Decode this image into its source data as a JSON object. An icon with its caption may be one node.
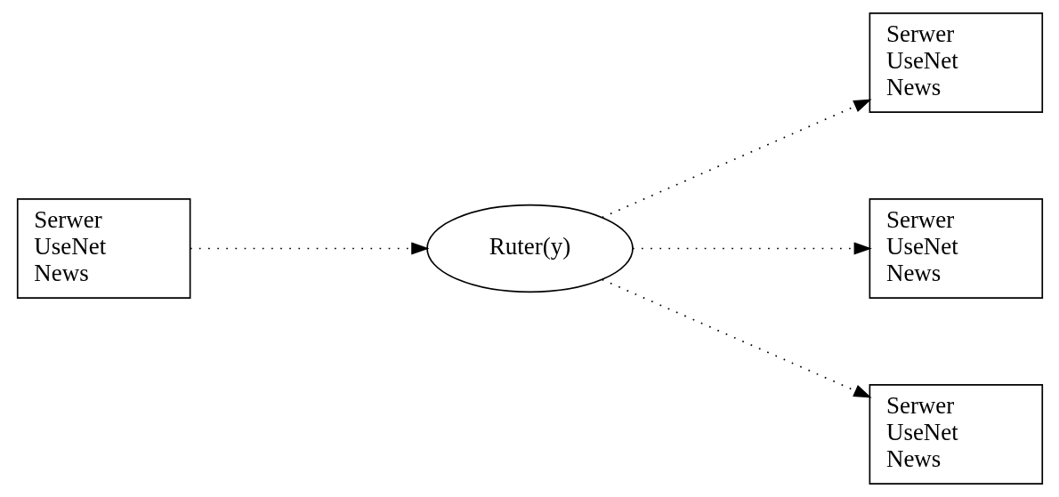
{
  "diagram": {
    "nodes": [
      {
        "text": [
          "Serwer UseNet News"
        ]
      },
      {
        "text": [
          "Ruter(y)"
        ]
      },
      {
        "text": [
          "Serwer UseNet News"
        ]
      },
      {
        "text": [
          "Serwer UseNet News"
        ]
      },
      {
        "text": [
          "Serwer UseNet News"
        ]
      }
    ],
    "edges": [
      {
        "from": 0,
        "to": 1,
        "arrow": "to"
      },
      {
        "from": 1,
        "to": 2,
        "arrow": "to"
      },
      {
        "from": 1,
        "to": 3,
        "arrow": "to"
      },
      {
        "from": 1,
        "to": 4,
        "arrow": "to"
      }
    ]
  }
}
